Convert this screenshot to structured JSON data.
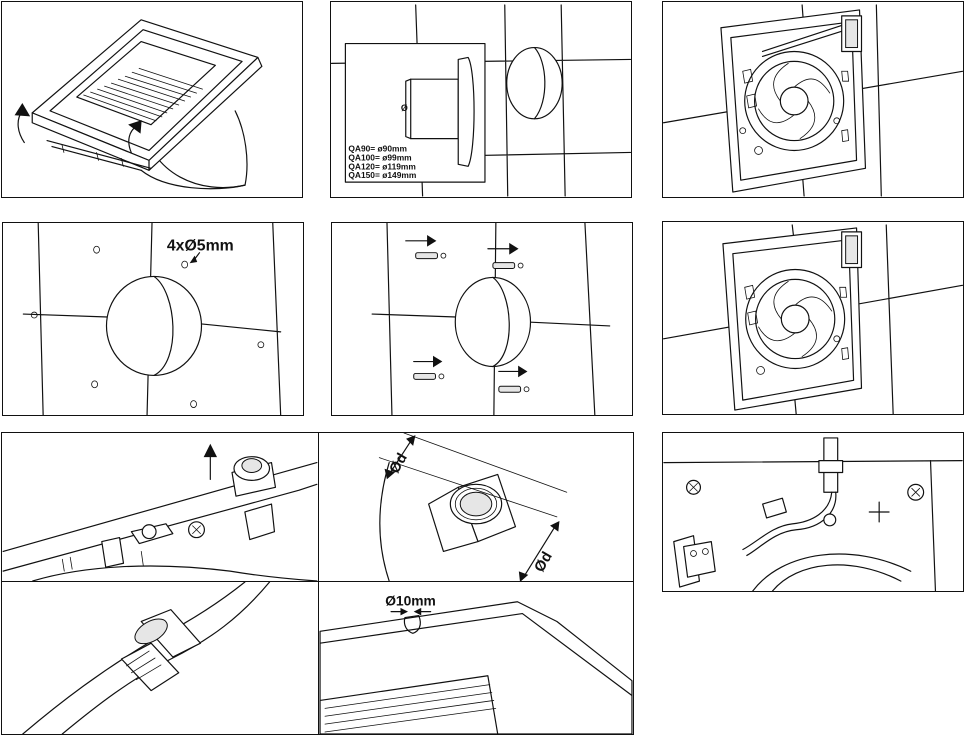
{
  "sizes": {
    "line1": "QA90= ø90mm",
    "line2": "QA100= ø99mm",
    "line3": "QA120= ø119mm",
    "line4": "QA150= ø149mm"
  },
  "holes_label": "4xØ5mm",
  "diameter_label_1": "Ød",
  "diameter_label_2": "Ød",
  "drain_label": "Ø10mm",
  "inner_mark": "Ø"
}
